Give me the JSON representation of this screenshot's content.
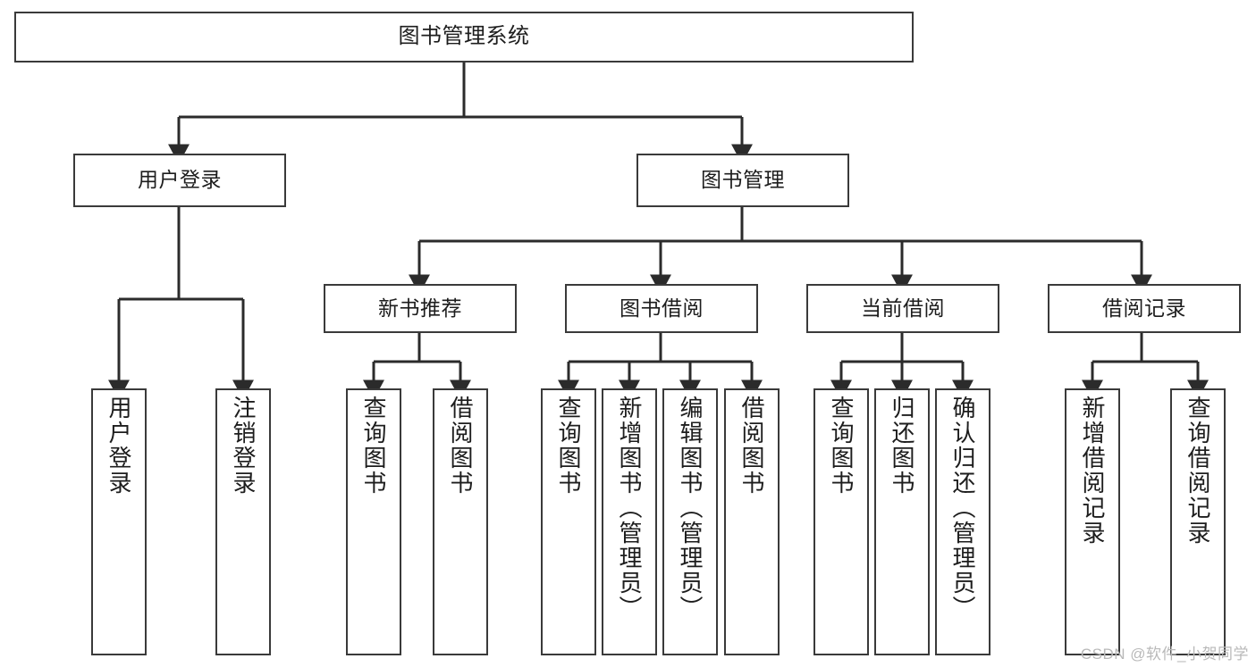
{
  "diagram": {
    "title": "图书管理系统",
    "watermark": "CSDN @软件_小贺同学",
    "colors": {
      "background": "#ffffff",
      "node_border": "#3a3a3a",
      "node_fill": "#ffffff",
      "edge": "#2b2b2b",
      "text": "#1d1d1d",
      "watermark": "#b9b9b9"
    },
    "levels": {
      "root": {
        "label": "图书管理系统"
      },
      "level2": [
        {
          "label": "用户登录"
        },
        {
          "label": "图书管理"
        }
      ],
      "level3": [
        {
          "label": "新书推荐"
        },
        {
          "label": "图书借阅"
        },
        {
          "label": "当前借阅"
        },
        {
          "label": "借阅记录"
        }
      ],
      "leaves": [
        {
          "label": "用户登录",
          "parent": "用户登录"
        },
        {
          "label": "注销登录",
          "parent": "用户登录"
        },
        {
          "label": "查询图书",
          "parent": "新书推荐"
        },
        {
          "label": "借阅图书",
          "parent": "新书推荐"
        },
        {
          "label": "查询图书",
          "parent": "图书借阅"
        },
        {
          "label": "新增图书（管理员）",
          "parent": "图书借阅"
        },
        {
          "label": "编辑图书（管理员）",
          "parent": "图书借阅"
        },
        {
          "label": "借阅图书",
          "parent": "图书借阅"
        },
        {
          "label": "查询图书",
          "parent": "当前借阅"
        },
        {
          "label": "归还图书",
          "parent": "当前借阅"
        },
        {
          "label": "确认归还（管理员）",
          "parent": "当前借阅"
        },
        {
          "label": "新增借阅记录",
          "parent": "借阅记录"
        },
        {
          "label": "查询借阅记录",
          "parent": "借阅记录"
        }
      ]
    }
  }
}
